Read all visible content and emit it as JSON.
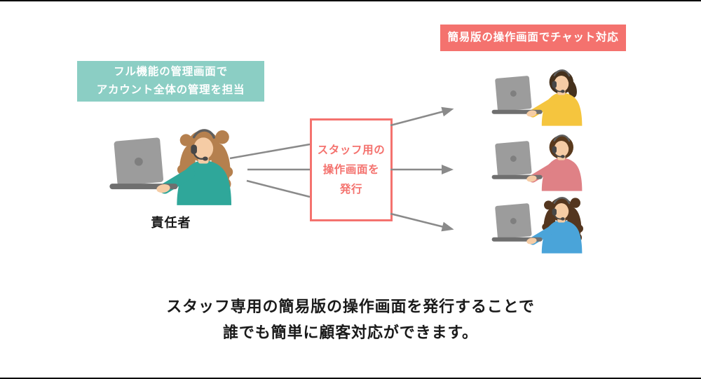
{
  "page": {
    "background_color": "#ffffff",
    "edge_line_color": "#000000"
  },
  "manager": {
    "callout": {
      "line1": "フル機能の管理画面で",
      "line2": "アカウント全体の管理を担当",
      "bg_color": "#8BCEC4",
      "text_color": "#ffffff"
    },
    "label": "責任者",
    "label_color": "#1a1a1a",
    "illustration": {
      "shirt_color": "#2FA79A",
      "hair_color": "#B5804E",
      "hair_style": "long"
    }
  },
  "staff_callout": {
    "text": "簡易版の操作画面でチャット対応",
    "bg_color": "#F4726E",
    "text_color": "#ffffff"
  },
  "process_box": {
    "lines": [
      "スタッフ用の",
      "操作画面を",
      "発行"
    ],
    "border_color": "#F4726E",
    "text_color": "#F4726E",
    "bg_color": "#ffffff"
  },
  "staff": [
    {
      "shirt_color": "#F5C53E",
      "hair_color": "#45311C",
      "hair_style": "ponytail"
    },
    {
      "shirt_color": "#DF8186",
      "hair_color": "#5A3A1D",
      "hair_style": "short"
    },
    {
      "shirt_color": "#4AA4D9",
      "hair_color": "#54361F",
      "hair_style": "long"
    }
  ],
  "illustration_shared": {
    "skin_color": "#F5CCA5",
    "laptop_lid_color": "#9C9C9C",
    "laptop_logo_color": "#7F7F7F",
    "laptop_base_color": "#6F6F6F",
    "headset_band_color": "#5E5E5E",
    "headset_color": "#474747"
  },
  "arrows": {
    "color": "#8A8A8A"
  },
  "caption": {
    "line1": "スタッフ専用の簡易版の操作画面を発行することで",
    "line2": "誰でも簡単に顧客対応ができます。",
    "text_color": "#1a1a1a"
  }
}
